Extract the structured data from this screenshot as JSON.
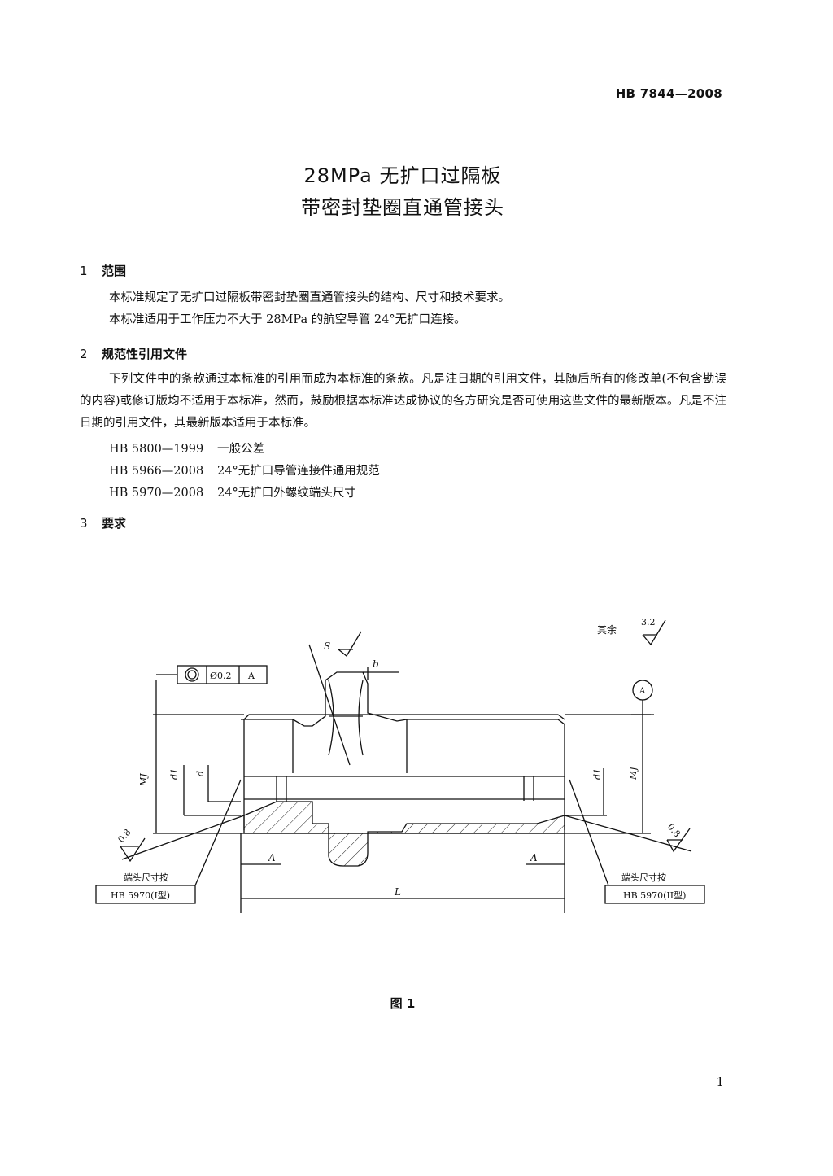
{
  "header": {
    "standard_number": "HB 7844—2008"
  },
  "title": {
    "line1": "28MPa 无扩口过隔板",
    "line2": "带密封垫圈直通管接头"
  },
  "section1": {
    "number": "1",
    "heading": "范围",
    "paragraphs": [
      "本标准规定了无扩口过隔板带密封垫圈直通管接头的结构、尺寸和技术要求。",
      "本标准适用于工作压力不大于 28MPa 的航空导管 24°无扩口连接。"
    ]
  },
  "section2": {
    "number": "2",
    "heading": "规范性引用文件",
    "intro": "下列文件中的条款通过本标准的引用而成为本标准的条款。凡是注日期的引用文件，其随后所有的修改单(不包含勘误的内容)或修订版均不适用于本标准，然而，鼓励根据本标准达成协议的各方研究是否可使用这些文件的最新版本。凡是不注日期的引用文件，其最新版本适用于本标准。",
    "references": [
      {
        "code": "HB 5800—1999",
        "title": "一般公差"
      },
      {
        "code": "HB 5966—2008",
        "title": "24°无扩口导管连接件通用规范"
      },
      {
        "code": "HB 5970—2008",
        "title": "24°无扩口外螺纹端头尺寸"
      }
    ]
  },
  "section3": {
    "number": "3",
    "heading": "要求"
  },
  "figure": {
    "caption": "图 1",
    "labels": {
      "rest_roughness": "其余",
      "rest_roughness_value": "3.2",
      "thread_roughness_left": "0.8",
      "thread_roughness_right": "0.8",
      "hex_surface": "S",
      "tolerance_value": "Ø0.2",
      "datum": "A",
      "datum_circle": "A",
      "dim_b": "b",
      "dim_MJ_left": "MJ",
      "dim_MJ_right": "MJ",
      "dim_d1_left": "d1",
      "dim_d1_right": "d1",
      "dim_d": "d",
      "dim_A_left": "A",
      "dim_A_right": "A",
      "dim_L": "L",
      "left_end_note": "端头尺寸按",
      "left_end_ref": "HB 5970(I型)",
      "right_end_note": "端头尺寸按",
      "right_end_ref": "HB 5970(II型)"
    }
  },
  "footer": {
    "page_number": "1"
  }
}
